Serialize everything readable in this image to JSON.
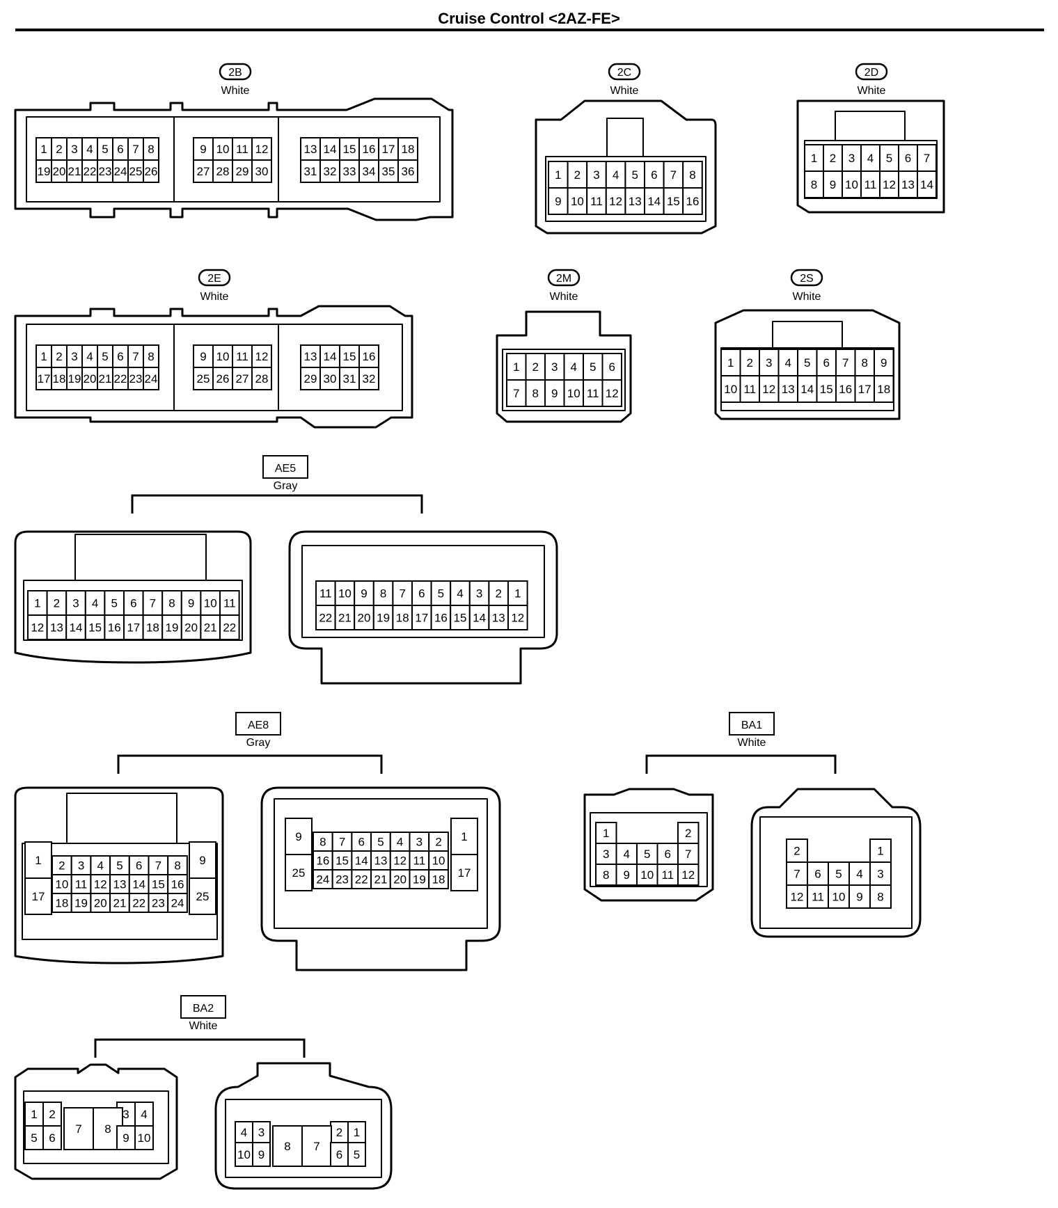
{
  "page": {
    "title": "Cruise Control <2AZ-FE>"
  },
  "style": {
    "stroke": "#000000",
    "fill": "#ffffff"
  },
  "connectors": [
    {
      "id": "2B",
      "tag_shape": "oval",
      "color": "White",
      "grids": [
        {
          "top": [
            "1",
            "2",
            "3",
            "4",
            "5",
            "6",
            "7",
            "8"
          ],
          "bottom": [
            "19",
            "20",
            "21",
            "22",
            "23",
            "24",
            "25",
            "26"
          ]
        },
        {
          "top": [
            "9",
            "10",
            "11",
            "12"
          ],
          "bottom": [
            "27",
            "28",
            "29",
            "30"
          ]
        },
        {
          "top": [
            "13",
            "14",
            "15",
            "16",
            "17",
            "18"
          ],
          "bottom": [
            "31",
            "32",
            "33",
            "34",
            "35",
            "36"
          ]
        }
      ]
    },
    {
      "id": "2C",
      "tag_shape": "oval",
      "color": "White",
      "grids": [
        {
          "top": [
            "1",
            "2",
            "3",
            "4",
            "5",
            "6",
            "7",
            "8"
          ],
          "bottom": [
            "9",
            "10",
            "11",
            "12",
            "13",
            "14",
            "15",
            "16"
          ]
        }
      ]
    },
    {
      "id": "2D",
      "tag_shape": "oval",
      "color": "White",
      "grids": [
        {
          "top": [
            "1",
            "2",
            "3",
            "4",
            "5",
            "6",
            "7"
          ],
          "bottom": [
            "8",
            "9",
            "10",
            "11",
            "12",
            "13",
            "14"
          ]
        }
      ]
    },
    {
      "id": "2E",
      "tag_shape": "oval",
      "color": "White",
      "grids": [
        {
          "top": [
            "1",
            "2",
            "3",
            "4",
            "5",
            "6",
            "7",
            "8"
          ],
          "bottom": [
            "17",
            "18",
            "19",
            "20",
            "21",
            "22",
            "23",
            "24"
          ]
        },
        {
          "top": [
            "9",
            "10",
            "11",
            "12"
          ],
          "bottom": [
            "25",
            "26",
            "27",
            "28"
          ]
        },
        {
          "top": [
            "13",
            "14",
            "15",
            "16"
          ],
          "bottom": [
            "29",
            "30",
            "31",
            "32"
          ]
        }
      ]
    },
    {
      "id": "2M",
      "tag_shape": "oval",
      "color": "White",
      "grids": [
        {
          "top": [
            "1",
            "2",
            "3",
            "4",
            "5",
            "6"
          ],
          "bottom": [
            "7",
            "8",
            "9",
            "10",
            "11",
            "12"
          ]
        }
      ]
    },
    {
      "id": "2S",
      "tag_shape": "oval",
      "color": "White",
      "grids": [
        {
          "top": [
            "1",
            "2",
            "3",
            "4",
            "5",
            "6",
            "7",
            "8",
            "9"
          ],
          "bottom": [
            "10",
            "11",
            "12",
            "13",
            "14",
            "15",
            "16",
            "17",
            "18"
          ]
        }
      ]
    },
    {
      "id": "AE5",
      "tag_shape": "box",
      "color": "Gray",
      "grids": [
        {
          "top": [
            "1",
            "2",
            "3",
            "4",
            "5",
            "6",
            "7",
            "8",
            "9",
            "10",
            "11"
          ],
          "bottom": [
            "12",
            "13",
            "14",
            "15",
            "16",
            "17",
            "18",
            "19",
            "20",
            "21",
            "22"
          ]
        },
        {
          "top": [
            "11",
            "10",
            "9",
            "8",
            "7",
            "6",
            "5",
            "4",
            "3",
            "2",
            "1"
          ],
          "bottom": [
            "22",
            "21",
            "20",
            "19",
            "18",
            "17",
            "16",
            "15",
            "14",
            "13",
            "12"
          ]
        }
      ]
    },
    {
      "id": "AE8",
      "tag_shape": "box",
      "color": "Gray",
      "grids": [
        {
          "top": [
            "2",
            "3",
            "4",
            "5",
            "6",
            "7",
            "8"
          ],
          "mid": [
            "10",
            "11",
            "12",
            "13",
            "14",
            "15",
            "16"
          ],
          "bottom": [
            "18",
            "19",
            "20",
            "21",
            "22",
            "23",
            "24"
          ],
          "left": [
            "1",
            "17"
          ],
          "right": [
            "9",
            "25"
          ]
        },
        {
          "top": [
            "8",
            "7",
            "6",
            "5",
            "4",
            "3",
            "2"
          ],
          "mid": [
            "16",
            "15",
            "14",
            "13",
            "12",
            "11",
            "10"
          ],
          "bottom": [
            "24",
            "23",
            "22",
            "21",
            "20",
            "19",
            "18"
          ],
          "left": [
            "9",
            "25"
          ],
          "right": [
            "1",
            "17"
          ]
        }
      ]
    },
    {
      "id": "BA1",
      "tag_shape": "box",
      "color": "White",
      "grids": [
        {
          "top": [
            "1",
            "2"
          ],
          "mid": [
            "3",
            "4",
            "5",
            "6",
            "7"
          ],
          "bottom": [
            "8",
            "9",
            "10",
            "11",
            "12"
          ]
        },
        {
          "top": [
            "2",
            "1"
          ],
          "mid": [
            "7",
            "6",
            "5",
            "4",
            "3"
          ],
          "bottom": [
            "12",
            "11",
            "10",
            "9",
            "8"
          ]
        }
      ]
    },
    {
      "id": "BA2",
      "tag_shape": "box",
      "color": "White",
      "grids": [
        {
          "top": [
            "1",
            "2",
            "3",
            "4"
          ],
          "bottom": [
            "5",
            "6",
            "7",
            "8",
            "9",
            "10"
          ]
        },
        {
          "top": [
            "4",
            "3",
            "2",
            "1"
          ],
          "bottom": [
            "10",
            "9",
            "8",
            "7",
            "6",
            "5"
          ]
        }
      ]
    }
  ]
}
